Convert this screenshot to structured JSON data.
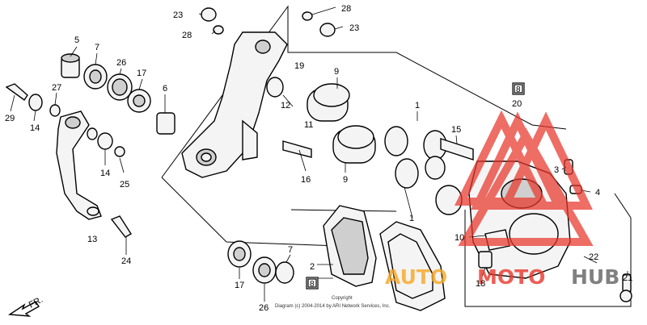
{
  "callouts": {
    "n1a": "1",
    "n1b": "1",
    "n2": "2",
    "n3": "3",
    "n4": "4",
    "n5": "5",
    "n6": "6",
    "n7a": "7",
    "n7b": "7",
    "n9a": "9",
    "n9b": "9",
    "n10": "10",
    "n11": "11",
    "n12": "12",
    "n13": "13",
    "n14a": "14",
    "n14b": "14",
    "n15": "15",
    "n16": "16",
    "n17a": "17",
    "n17b": "17",
    "n18": "18",
    "n19": "19",
    "n20": "20",
    "n21": "21",
    "n22": "22",
    "n23a": "23",
    "n23b": "23",
    "n24": "24",
    "n25": "25",
    "n26a": "26",
    "n26b": "26",
    "n27": "27",
    "n28a": "28",
    "n28b": "28",
    "n29": "29",
    "box8a": "8",
    "box8b": "8"
  },
  "arrow_label": "FR.",
  "copyright_top": "Copyright",
  "copyright_line": "Diagram (c) 2004-2014 by ARI Network Services, Inc.",
  "watermark": {
    "part1": "AUTO",
    "part2": "MOTO",
    "part3": "HUB",
    "color_red": "#e8362b",
    "color_orange": "#f5a623"
  }
}
